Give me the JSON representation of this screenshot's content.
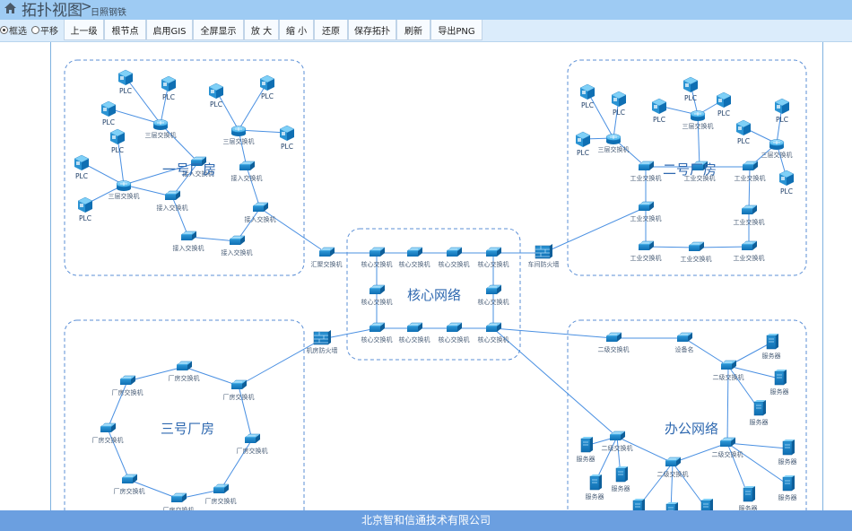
{
  "header": {
    "title": "拓扑视图",
    "separator": ">",
    "subtitle": "日照钢铁"
  },
  "toolbar": {
    "select_mode": "框选",
    "pan_mode": "平移",
    "buttons": [
      "上一级",
      "根节点",
      "启用GIS",
      "全屏显示",
      "放 大",
      "缩 小",
      "还原",
      "保存拓扑",
      "刷新",
      "导出PNG"
    ]
  },
  "topology": {
    "group_labels": [
      "一号厂房",
      "二号厂房",
      "核心网络",
      "三号厂房",
      "办公网络"
    ],
    "plc": "PLC",
    "layer3_switch": "三层交换机",
    "access_switch": "接入交换机",
    "aggregation_switch": "汇聚交换机",
    "core_switch": "核心交换机",
    "workshop_firewall": "车间防火墙",
    "room_firewall": "机房防火墙",
    "industrial_switch": "工业交换机",
    "plant_switch": "厂房交换机",
    "layer2_switch": "二级交换机",
    "device_name": "设备名",
    "server": "服务器"
  },
  "footer": {
    "company": "北京智和信通技术有限公司"
  }
}
